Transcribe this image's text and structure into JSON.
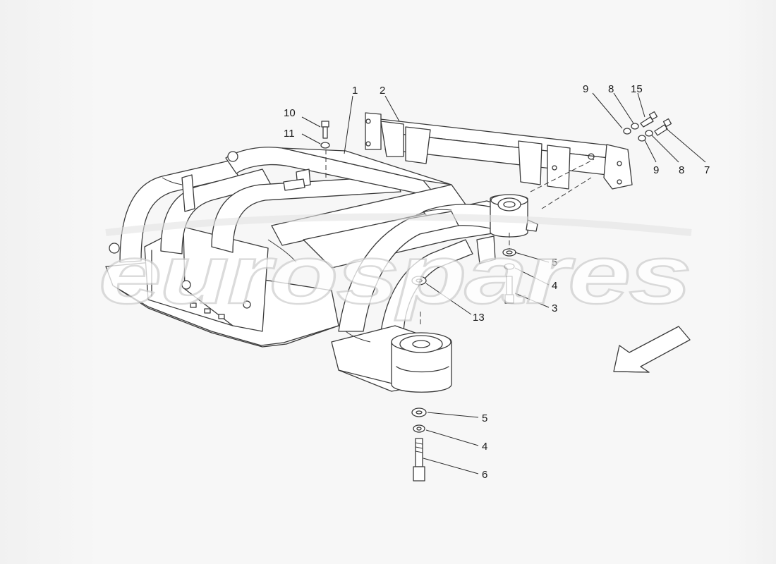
{
  "watermark": {
    "brand_text": "eurospares"
  },
  "callouts": [
    {
      "id": "c1",
      "label": "1"
    },
    {
      "id": "c2",
      "label": "2"
    },
    {
      "id": "c10",
      "label": "10"
    },
    {
      "id": "c11",
      "label": "11"
    },
    {
      "id": "c9a",
      "label": "9"
    },
    {
      "id": "c8a",
      "label": "8"
    },
    {
      "id": "c15",
      "label": "15"
    },
    {
      "id": "c9b",
      "label": "9"
    },
    {
      "id": "c8b",
      "label": "8"
    },
    {
      "id": "c7",
      "label": "7"
    },
    {
      "id": "c5a",
      "label": "5"
    },
    {
      "id": "c4a",
      "label": "4"
    },
    {
      "id": "c3",
      "label": "3"
    },
    {
      "id": "c13",
      "label": "13"
    },
    {
      "id": "c5b",
      "label": "5"
    },
    {
      "id": "c4b",
      "label": "4"
    },
    {
      "id": "c6",
      "label": "6"
    }
  ],
  "direction_arrow": {
    "icon": "direction-arrow-icon"
  }
}
